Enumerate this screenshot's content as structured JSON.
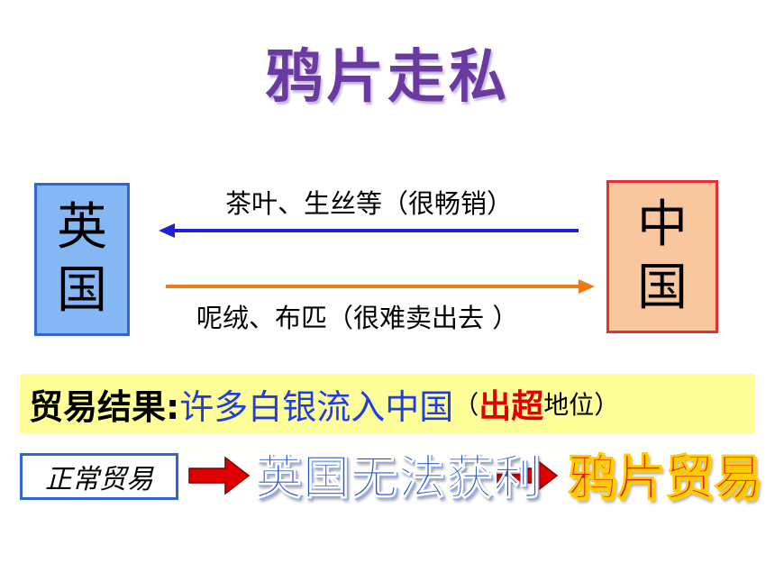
{
  "title": "鸦片走私",
  "britain": {
    "line1": "英",
    "line2": "国"
  },
  "china": {
    "line1": "中",
    "line2": "国"
  },
  "flows": {
    "china_to_britain": "茶叶、生丝等（很畅销）",
    "britain_to_china": "呢绒、布匹（很难卖出去 ）"
  },
  "result": {
    "label": "贸易结果:",
    "value": "许多白银流入中国",
    "paren_open": "（",
    "surplus": "出超",
    "position": "地位）"
  },
  "sequence": {
    "normal_trade": "正常贸易",
    "no_profit": "英国无法获利",
    "opium_trade": "鸦片贸易"
  },
  "colors": {
    "britain_box": "#84b7f4",
    "china_box": "#f8c79d",
    "blue_arrow": "#1f1fd6",
    "orange_arrow": "#f07a1a",
    "red_arrow": "#e00000",
    "result_banner": "#ffff99"
  }
}
